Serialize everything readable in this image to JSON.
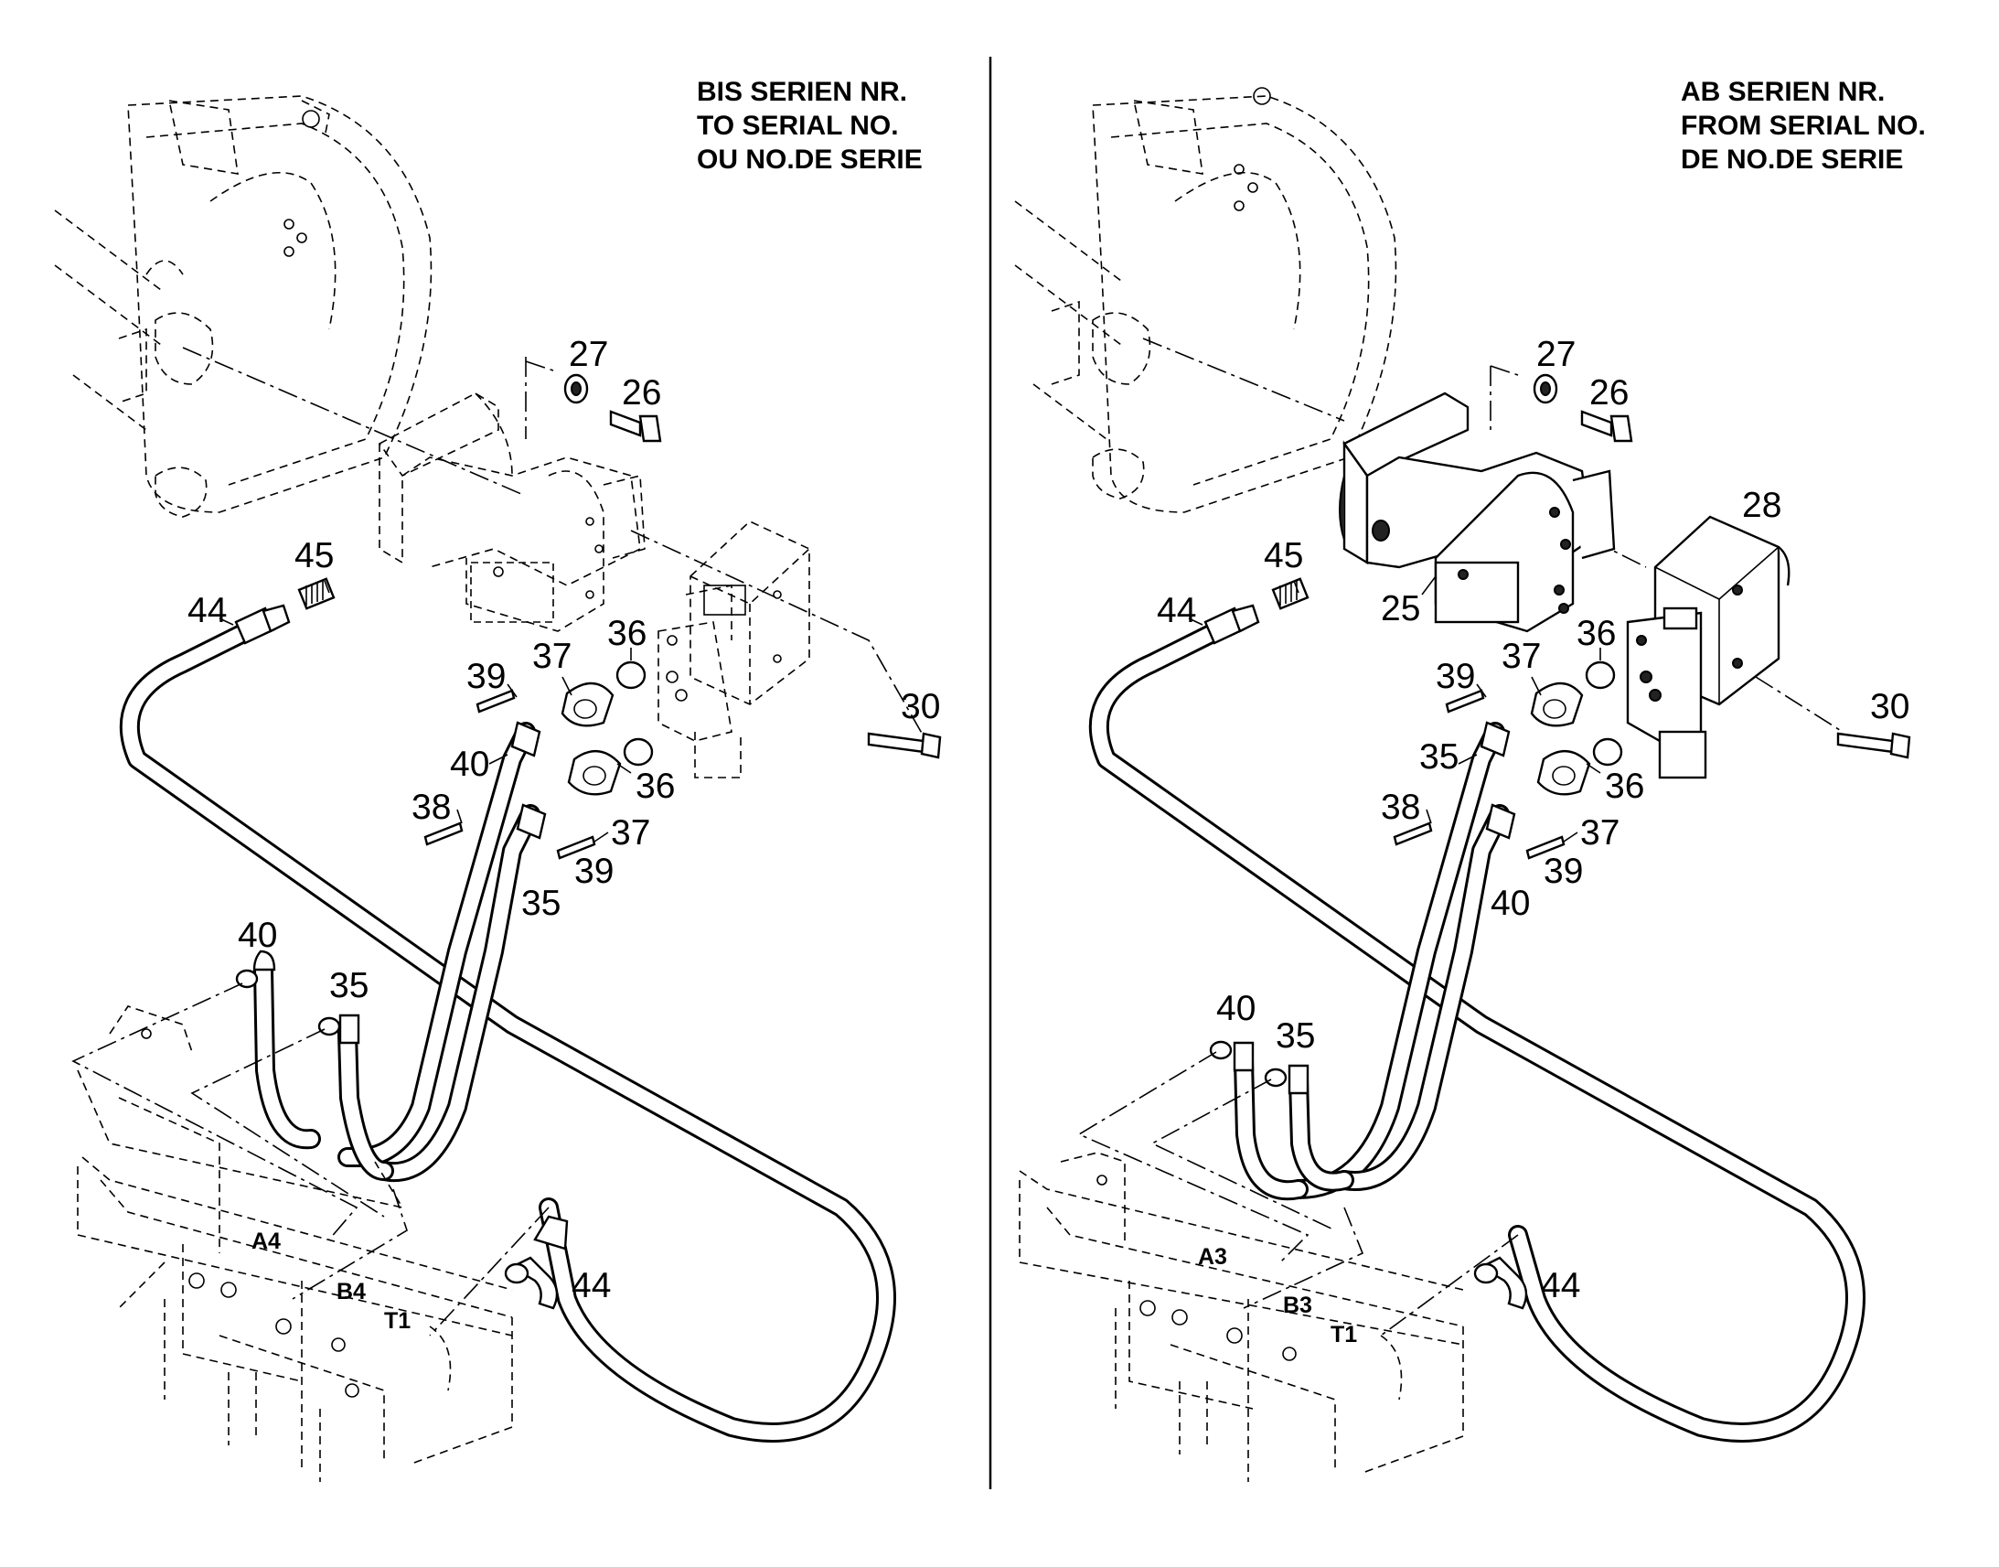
{
  "left_panel": {
    "header": [
      "BIS SERIEN NR.",
      "TO SERIAL NO.",
      "OU NO.DE SERIE"
    ],
    "part_labels": [
      "27",
      "26",
      "45",
      "44",
      "36",
      "37",
      "39",
      "30",
      "40",
      "36",
      "38",
      "37",
      "39",
      "35",
      "40",
      "35",
      "44"
    ],
    "port_labels": [
      "A4",
      "B4",
      "T1"
    ]
  },
  "right_panel": {
    "header": [
      "AB SERIEN NR.",
      "FROM SERIAL NO.",
      "DE NO.DE SERIE"
    ],
    "part_labels": [
      "27",
      "26",
      "28",
      "45",
      "44",
      "25",
      "36",
      "37",
      "39",
      "30",
      "35",
      "36",
      "38",
      "37",
      "39",
      "40",
      "40",
      "35",
      "44"
    ],
    "port_labels": [
      "A3",
      "B3",
      "T1"
    ]
  }
}
